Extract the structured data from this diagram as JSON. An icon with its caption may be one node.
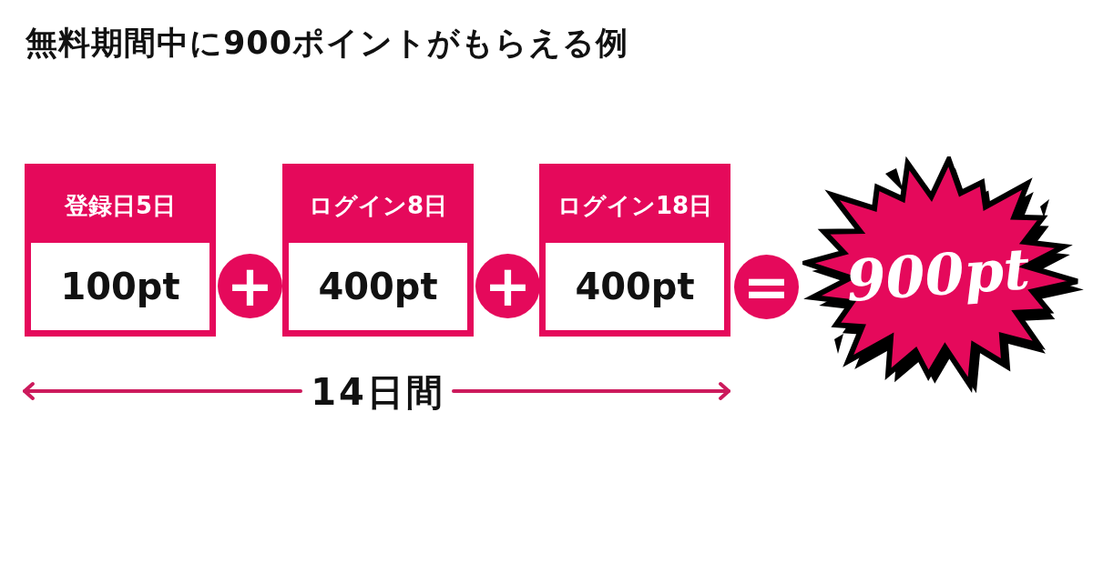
{
  "diagram": {
    "title": "無料期間中に900ポイントがもらえる例",
    "nodes": [
      {
        "text": [
          "登録日5日",
          "100pt"
        ]
      },
      {
        "text": [
          "+"
        ]
      },
      {
        "text": [
          "ログイン8日",
          "400pt"
        ]
      },
      {
        "text": [
          "+"
        ]
      },
      {
        "text": [
          "ログイン18日",
          "400pt"
        ]
      },
      {
        "text": [
          "="
        ]
      },
      {
        "text": [
          "900pt"
        ]
      }
    ],
    "labels": [
      "14日間"
    ]
  }
}
